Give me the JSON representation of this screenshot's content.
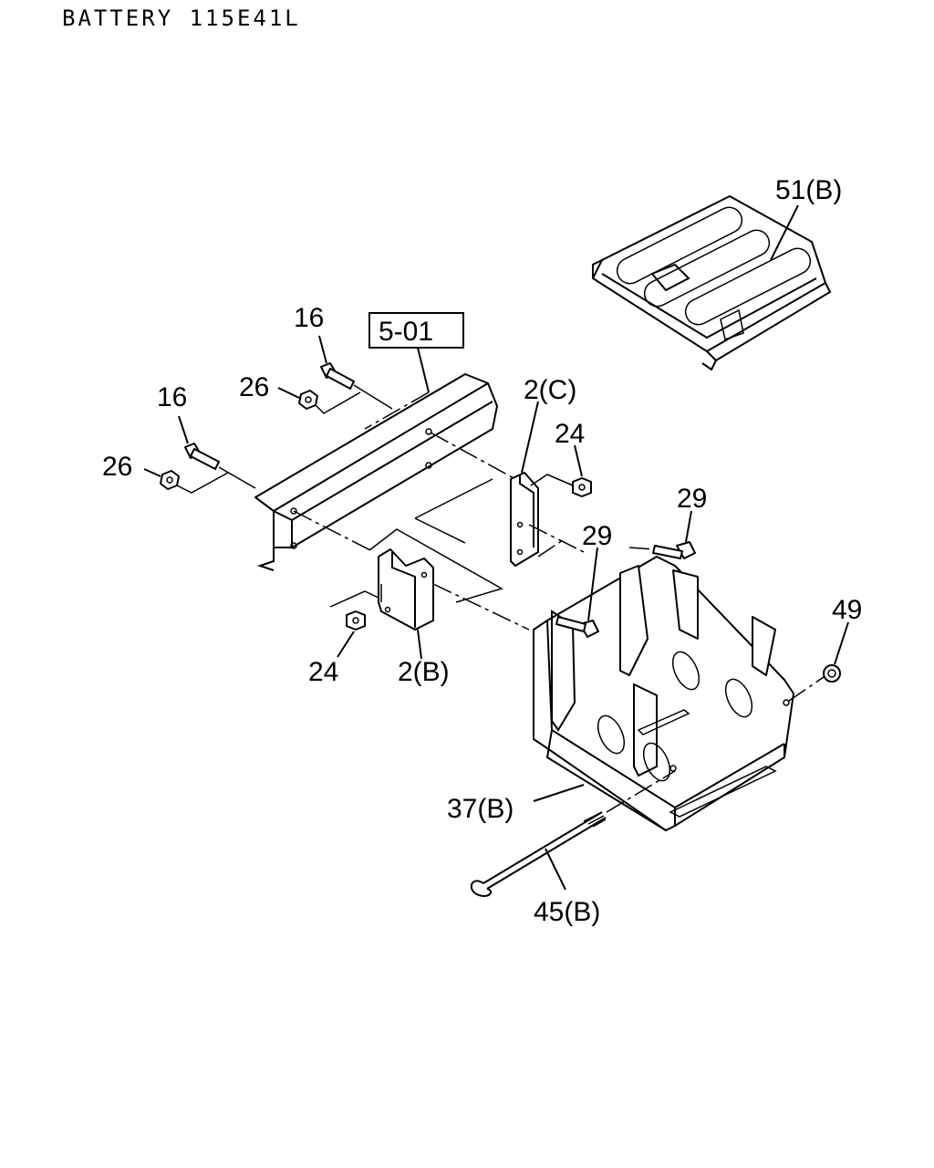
{
  "title": "BATTERY 115E41L",
  "labels": {
    "ref_5_01": "5-01",
    "p51b": "51(B)",
    "p16_upper": "16",
    "p26_upper": "26",
    "p16_left": "16",
    "p26_left": "26",
    "p2c": "2(C)",
    "p24_right": "24",
    "p29_right": "29",
    "p29_mid": "29",
    "p49": "49",
    "p24_left": "24",
    "p2b": "2(B)",
    "p37b": "37(B)",
    "p45b": "45(B)"
  }
}
